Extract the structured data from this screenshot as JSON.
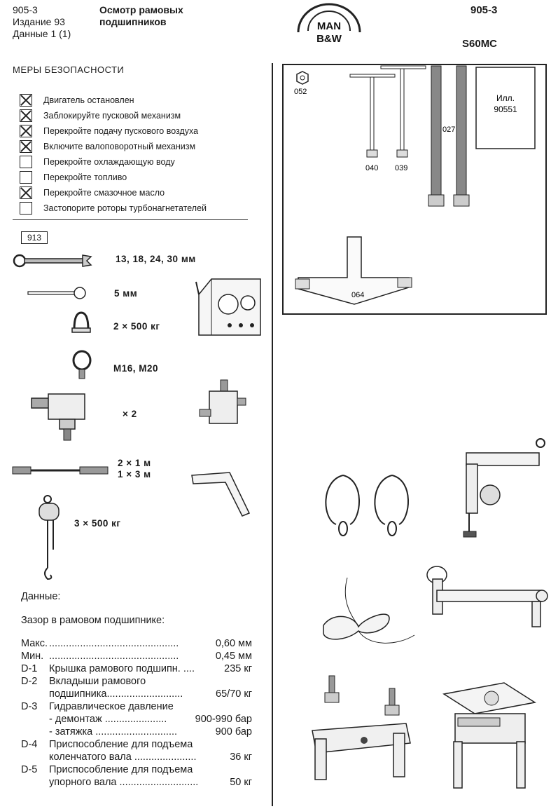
{
  "header": {
    "doc_number": "905-3",
    "edition": "Издание 93",
    "data_sheet": "Данные 1 (1)",
    "title_line1": "Осмотр рамовых",
    "title_line2": "подшипников",
    "doc_number_right": "905-3",
    "engine_model": "S60MC",
    "logo_line1": "MAN",
    "logo_line2": "B&W"
  },
  "safety": {
    "title": "МЕРЫ БЕЗОПАСНОСТИ",
    "items": [
      {
        "label": "Двигатель остановлен",
        "checked": true
      },
      {
        "label": "Заблокируйте пусковой механизм",
        "checked": true
      },
      {
        "label": "Перекройте подачу пускового воздуха",
        "checked": true
      },
      {
        "label": "Включите валоповоротный механизм",
        "checked": true
      },
      {
        "label": "Перекройте охлаждающую воду",
        "checked": false
      },
      {
        "label": "Перекройте топливо",
        "checked": false
      },
      {
        "label": "Перекройте смазочное масло",
        "checked": true
      },
      {
        "label": "Застопорите роторы турбонагнетателей",
        "checked": false
      }
    ]
  },
  "tools": {
    "group_code": "913",
    "spanner_sizes": "13, 18, 24, 30 мм",
    "pin_size": "5 мм",
    "shackle": "2 × 500 кг",
    "eye_bolt": "М16, М20",
    "coupling_count": "× 2",
    "wire_line1": "2 × 1 м",
    "wire_line2": "1 × 3 м",
    "chain_block": "3 × 500 кг"
  },
  "figure": {
    "ill_label": "Илл.",
    "ill_number": "90551",
    "parts": [
      "052",
      "040",
      "039",
      "027",
      "064"
    ]
  },
  "data": {
    "title": "Данные:",
    "clearance_title": "Зазор в рамовом подшипнике:",
    "rows": [
      {
        "code": "Макс.",
        "text": "..............................................",
        "value": "0,60 мм"
      },
      {
        "code": "Мин.",
        "text": "..............................................",
        "value": "0,45 мм"
      },
      {
        "code": "D-1",
        "text": "Крышка рамового подшипн. ....",
        "value": "235 кг"
      },
      {
        "code": "D-2",
        "text": "Вкладыши рамового",
        "value": ""
      },
      {
        "code": "",
        "text": "подшипника...........................",
        "value": "65/70 кг"
      },
      {
        "code": "D-3",
        "text": "Гидравлическое давление",
        "value": ""
      },
      {
        "code": "",
        "text": "- демонтаж ......................",
        "value": "900-990 бар"
      },
      {
        "code": "",
        "text": "- затяжка .............................",
        "value": "900 бар"
      },
      {
        "code": "D-4",
        "text": "Приспособление для подъема",
        "value": ""
      },
      {
        "code": "",
        "text": "коленчатого вала ......................",
        "value": "36 кг"
      },
      {
        "code": "D-5",
        "text": "Приспособление для подъема",
        "value": ""
      },
      {
        "code": "",
        "text": "упорного вала ............................",
        "value": "50 кг"
      }
    ]
  }
}
